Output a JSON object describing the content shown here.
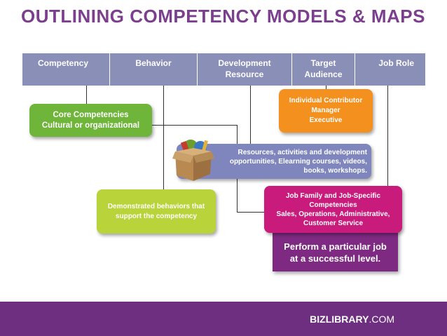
{
  "title": "OUTLINING COMPETENCY MODELS & MAPS",
  "header": {
    "columns": [
      {
        "label": "Competency"
      },
      {
        "label": "Behavior"
      },
      {
        "label": "Development\nResource"
      },
      {
        "label": "Target\nAudience"
      },
      {
        "label": "Job Role"
      }
    ]
  },
  "boxes": {
    "core": "Core Competencies\nCultural or organizational",
    "audience": "Individual Contributor\nManager\nExecutive",
    "resources": "Resources, activities and development\nopportunities, Elearning courses, videos,\nbooks, workshops.",
    "behaviors": "Demonstrated behaviors that\nsupport the competency",
    "job_family": "Job Family and Job-Specific\nCompetencies\nSales, Operations, Administrative,\nCustomer Service",
    "perform": "Perform a particular job\nat a successful level."
  },
  "footer": {
    "brand_bold": "BIZLIBRARY",
    "brand_rest": ".COM"
  },
  "colors": {
    "title": "#7b3f8e",
    "header": "#8a8fb8",
    "green": "#6fb53a",
    "orange": "#f3901e",
    "blue": "#7f86be",
    "lime": "#b9d33a",
    "magenta": "#c81b7c",
    "purple": "#7e2a82",
    "footer": "#6e2f80"
  }
}
